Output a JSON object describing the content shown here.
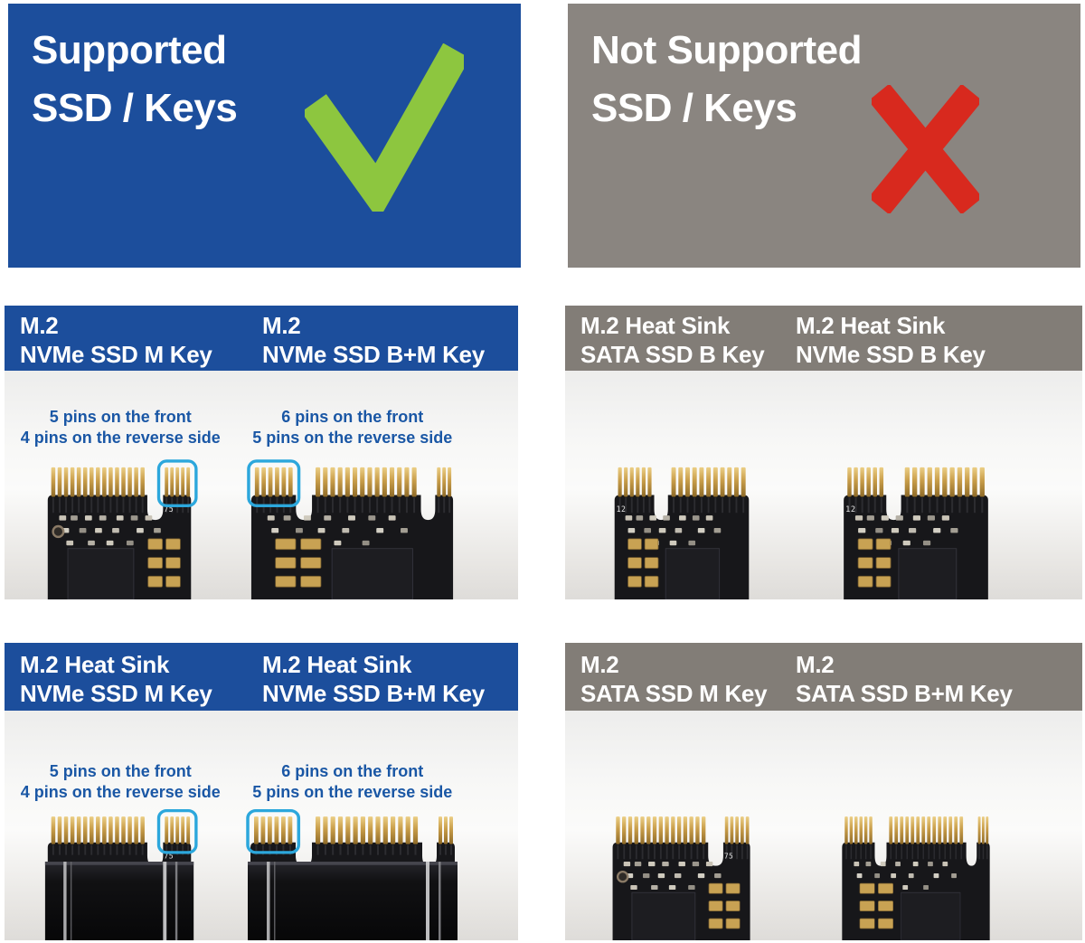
{
  "banners": {
    "supported": {
      "title_line1": "Supported",
      "title_line2": "SSD / Keys"
    },
    "not_supported": {
      "title_line1": "Not Supported",
      "title_line2": "SSD / Keys"
    }
  },
  "sections": [
    {
      "variant": "supported",
      "columns": [
        {
          "title_line1": "M.2",
          "title_line2": "NVMe SSD M Key",
          "note_line1": "5 pins on the front",
          "note_line2": "4 pins on the reverse side"
        },
        {
          "title_line1": "M.2",
          "title_line2": "NVMe SSD B+M Key",
          "note_line1": "6 pins on the front",
          "note_line2": "5 pins on the reverse side"
        }
      ]
    },
    {
      "variant": "not-supported",
      "columns": [
        {
          "title_line1": "M.2 Heat Sink",
          "title_line2": "SATA SSD B Key"
        },
        {
          "title_line1": "M.2 Heat Sink",
          "title_line2": "NVMe SSD B Key"
        }
      ]
    },
    {
      "variant": "supported",
      "columns": [
        {
          "title_line1": "M.2 Heat Sink",
          "title_line2": "NVMe SSD M Key",
          "note_line1": "5 pins on the front",
          "note_line2": "4 pins on the reverse side"
        },
        {
          "title_line1": "M.2 Heat Sink",
          "title_line2": "NVMe SSD B+M Key",
          "note_line1": "6 pins on the front",
          "note_line2": "5 pins on the reverse side"
        }
      ]
    },
    {
      "variant": "not-supported",
      "columns": [
        {
          "title_line1": "M.2",
          "title_line2": "SATA SSD M Key"
        },
        {
          "title_line1": "M.2",
          "title_line2": "SATA SSD B+M Key"
        }
      ]
    }
  ],
  "photo_labels": {
    "b_key": "12",
    "m_key": "75"
  },
  "colors": {
    "supported_blue": "#1c4e9c",
    "not_supported_gray": "#8a8580",
    "bar_gray": "#827d77",
    "note_blue": "#1a57a5",
    "highlight_cyan": "#2ca7dc",
    "check_green": "#8dc63f",
    "cross_red": "#d8291e"
  }
}
